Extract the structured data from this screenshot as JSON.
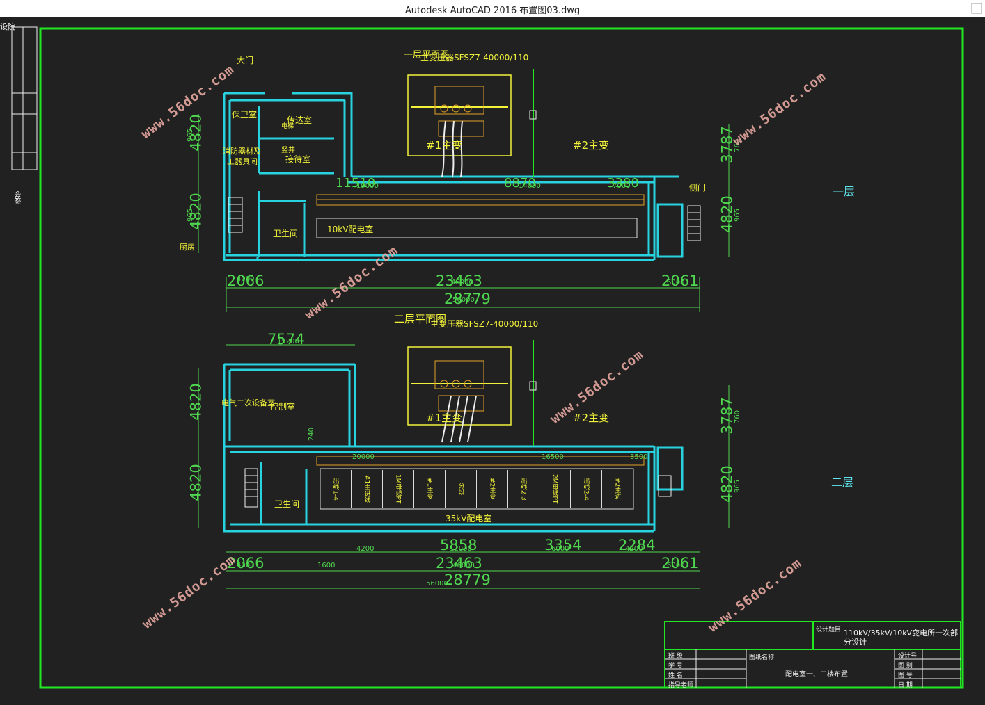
{
  "window": {
    "title": "Autodesk AutoCAD 2016     布置图03.dwg"
  },
  "left_strip": {
    "top_text": "设院",
    "side_text": "会签"
  },
  "floor1": {
    "heading": "一层平面图",
    "transformer_title": "主变压器SFSZ7-40000/110",
    "rooms": {
      "guard": "保卫室",
      "reception": "传达室",
      "shaft": "竖井",
      "waiting": "接待室",
      "tools_1": "消防器材及",
      "tools_2": "工器具间",
      "toilet": "卫生间",
      "kitchen": "厨房",
      "switch_room": "10kV配电室",
      "main_gate": "大门",
      "side_gate": "侧门",
      "stair_note": "电梯"
    },
    "t1": "#1主变",
    "t2": "#2主变",
    "floor_label": "一层",
    "dims": {
      "left_top": "4820",
      "left_bottom": "4820",
      "right_top": "3787",
      "right_bottom": "4820",
      "w1": "2066",
      "w2": "23463",
      "w3": "2061",
      "total": "28779",
      "s1": "4000",
      "s2": "46000",
      "s3": "6000",
      "s4": "56000",
      "seg1": "19000",
      "seg2": "14000",
      "seg3": "7000",
      "a": "11510",
      "b": "8870",
      "c": "3380",
      "r1": "760",
      "r2": "965",
      "l1": "965",
      "l2": "965"
    }
  },
  "floor2": {
    "heading": "二层平面图",
    "transformer_title": "主变压器SFSZ7-40000/110",
    "rooms": {
      "secondary": "电气二次设备室",
      "control": "控制室",
      "toilet": "卫生间",
      "switch_room": "35kV配电室"
    },
    "t1": "#1主变",
    "t2": "#2主变",
    "floor_label": "二层",
    "cabinets": [
      "出线1-4",
      "#1主进线",
      "1M母线PT",
      "#1主变",
      "分段",
      "#2主变",
      "出线2-3",
      "2M母线PT",
      "出线2-4",
      "#2主进"
    ],
    "dims": {
      "top": "7574",
      "top_s": "15200",
      "left_top": "4820",
      "left_bottom": "4820",
      "right_top": "3787",
      "right_bottom": "4820",
      "w1": "2066",
      "w2": "23463",
      "w3": "2061",
      "total": "28779",
      "mid": "5858",
      "m2": "3354",
      "m3": "2284",
      "s1": "4000",
      "s2": "46000",
      "s3": "6000",
      "s4": "56000",
      "s5": "1600",
      "s6": "4200",
      "s7": "12000",
      "s8": "6000",
      "s9": "4200",
      "seg1": "20000",
      "seg2": "16500",
      "seg3": "3500",
      "r1": "760",
      "r2": "965",
      "small": "240"
    }
  },
  "title_block": {
    "design_title_label": "设计题目",
    "design_title": "110kV/35kV/10kV变电所一次部分设计",
    "drawing_name_label": "图纸名称",
    "drawing_name": "配电室一、二楼布置",
    "left_rows": [
      "班 级",
      "学 号",
      "姓 名",
      "指导老师"
    ],
    "right_rows": [
      "设计号",
      "图 别",
      "图 号",
      "日 期"
    ]
  },
  "watermark": "www.56doc.com",
  "colors": {
    "frame": "#22e822",
    "wall": "#27d3df",
    "yellow": "#f2f23a",
    "green": "#4fd84f",
    "bg": "#212121"
  }
}
